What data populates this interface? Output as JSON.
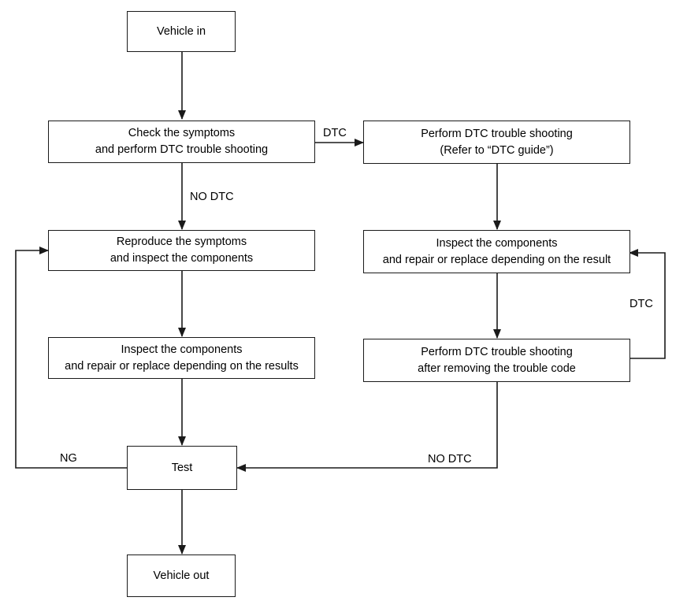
{
  "nodes": {
    "vehicle_in": {
      "lines": [
        "Vehicle in"
      ]
    },
    "check_symptoms": {
      "lines": [
        "Check the symptoms",
        "and perform DTC trouble shooting"
      ]
    },
    "perform_dtc": {
      "lines": [
        "Perform DTC trouble shooting",
        "(Refer to “DTC guide”)"
      ]
    },
    "reproduce": {
      "lines": [
        "Reproduce the symptoms",
        "and inspect the components"
      ]
    },
    "inspect_right": {
      "lines": [
        "Inspect the components",
        "and repair or replace depending on the result"
      ]
    },
    "inspect_left": {
      "lines": [
        "Inspect the components",
        "and repair or replace depending on the results"
      ]
    },
    "perform_dtc_after": {
      "lines": [
        "Perform DTC trouble shooting",
        "after removing the trouble code"
      ]
    },
    "test": {
      "lines": [
        "Test"
      ]
    },
    "vehicle_out": {
      "lines": [
        "Vehicle out"
      ]
    }
  },
  "edge_labels": {
    "dtc_right": "DTC",
    "no_dtc_left": "NO DTC",
    "dtc_loop": "DTC",
    "no_dtc_bottom": "NO DTC",
    "ng": "NG"
  },
  "colors": {
    "line": "#1a1a1a",
    "background": "#ffffff"
  }
}
